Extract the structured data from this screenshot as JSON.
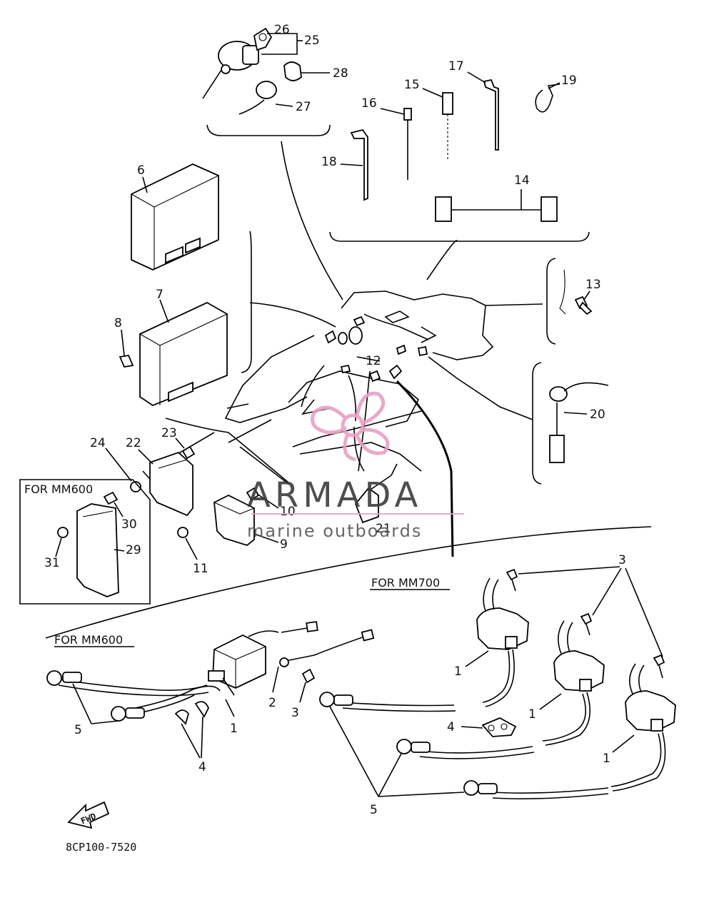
{
  "diagram": {
    "part_code": "8CP100-7520",
    "fwd_label": "FWD",
    "sections": {
      "for_mm600_box": "FOR MM600",
      "for_mm600_lower": "FOR MM600",
      "for_mm700": "FOR MM700"
    },
    "callouts": {
      "c1a": "1",
      "c1b": "1",
      "c1c": "1",
      "c1d": "1",
      "c2": "2",
      "c3a": "3",
      "c3b": "3",
      "c4a": "4",
      "c4b": "4",
      "c5a": "5",
      "c5b": "5",
      "c6": "6",
      "c7": "7",
      "c8": "8",
      "c9": "9",
      "c10": "10",
      "c11": "11",
      "c12": "12",
      "c13": "13",
      "c14": "14",
      "c15": "15",
      "c16": "16",
      "c17": "17",
      "c18": "18",
      "c19": "19",
      "c20": "20",
      "c21": "21",
      "c22": "22",
      "c23": "23",
      "c24": "24",
      "c25": "25",
      "c26": "26",
      "c27": "27",
      "c28": "28",
      "c29": "29",
      "c30": "30",
      "c31": "31"
    }
  },
  "watermark": {
    "brand": "ARMADA",
    "tagline": "marine outboards",
    "logo_color": "#e7a1c4",
    "text_color": "#3b3b3b"
  }
}
